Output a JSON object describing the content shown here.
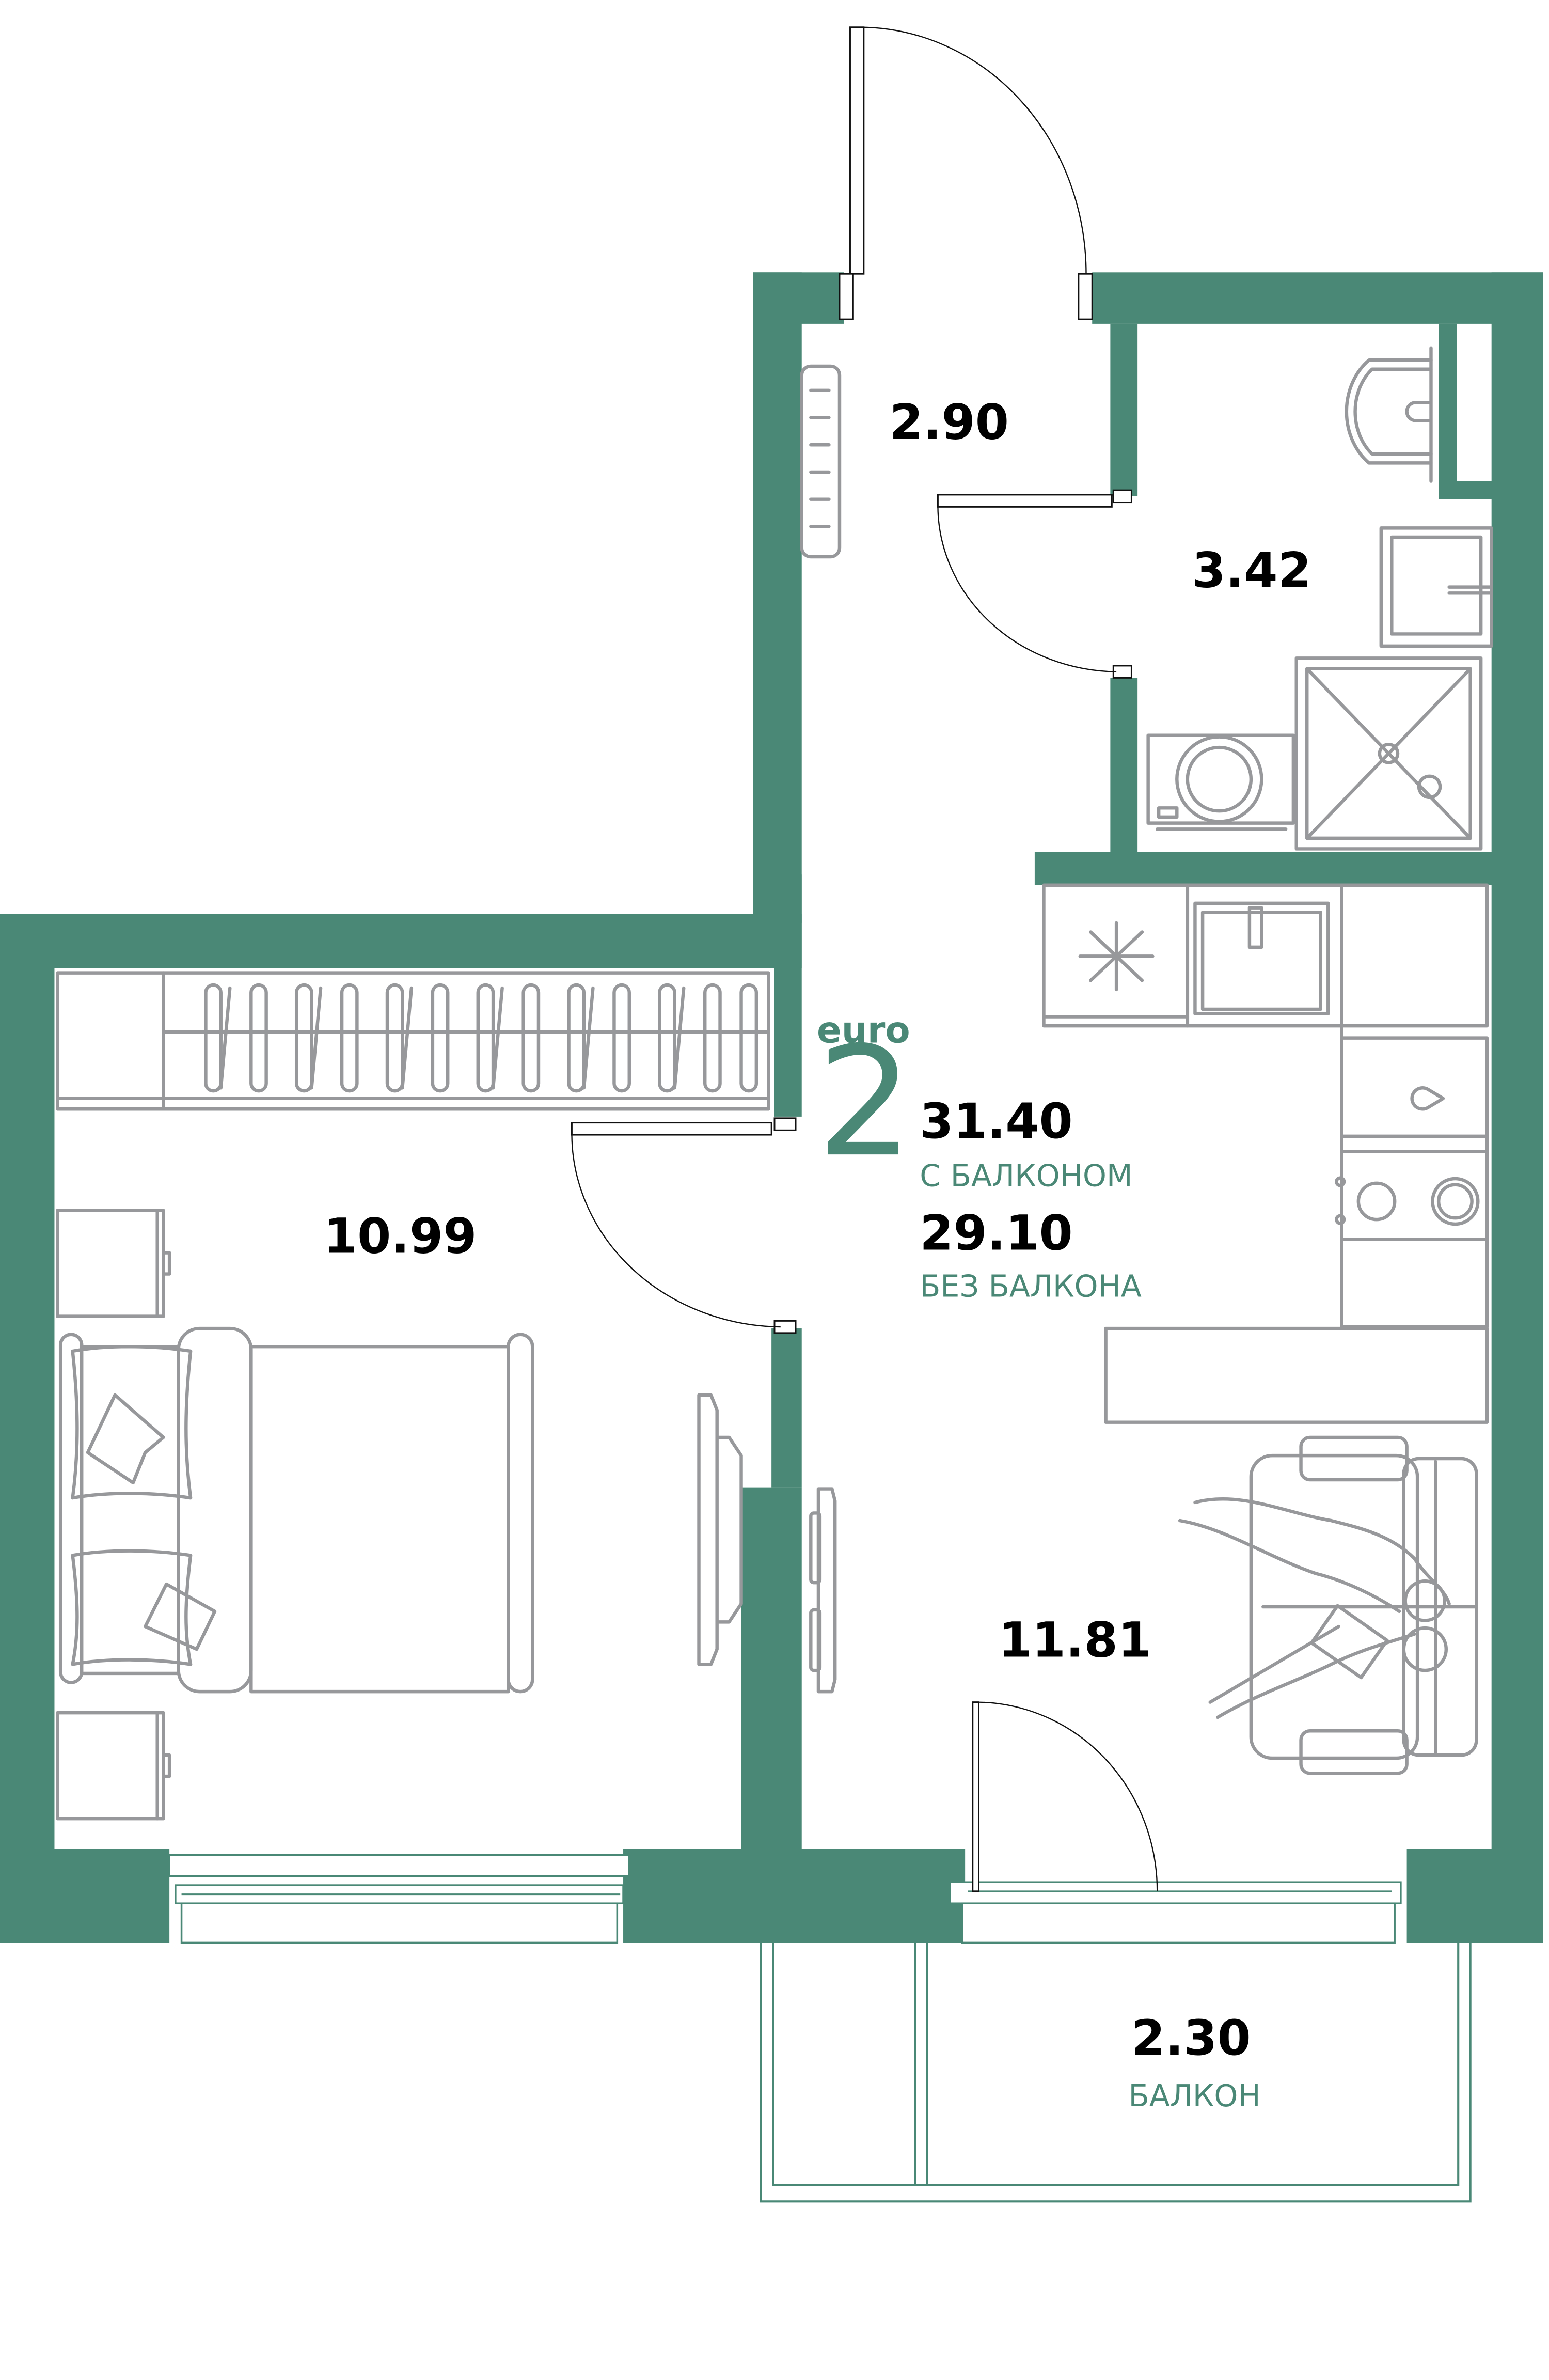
{
  "colors": {
    "wall": "#4a8876",
    "furniture": "#97989b",
    "label_text": "#000000",
    "accent_text": "#4a8876",
    "background": "#ffffff"
  },
  "apartment": {
    "type_prefix": "euro",
    "rooms_count": "2",
    "total_area_with_balcony": "31.40",
    "with_balcony_label": "С БАЛКОНОМ",
    "total_area_without_balcony": "29.10",
    "without_balcony_label": "БЕЗ БАЛКОНА"
  },
  "rooms": [
    {
      "id": "hallway",
      "area": "2.90"
    },
    {
      "id": "bathroom",
      "area": "3.42"
    },
    {
      "id": "bedroom",
      "area": "10.99"
    },
    {
      "id": "kitchen-living",
      "area": "11.81"
    },
    {
      "id": "balcony",
      "area": "2.30",
      "label": "БАЛКОН"
    }
  ],
  "icons": {
    "fridge": "snowflake-icon",
    "sink": "sink-icon",
    "stove": "stove-icon",
    "toilet": "toilet-icon",
    "shower": "shower-icon",
    "washer": "washing-machine-icon",
    "bed": "bed-icon",
    "sofa": "sofa-icon",
    "wardrobe": "wardrobe-icon",
    "tv": "tv-icon"
  }
}
